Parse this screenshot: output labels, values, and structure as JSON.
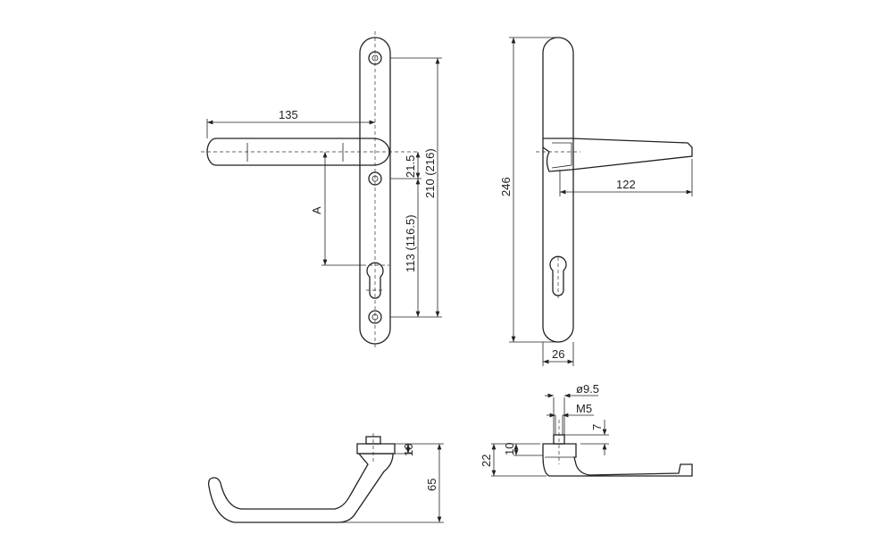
{
  "front_view": {
    "dim_lever_length": "135",
    "dim_spindle_to_screw": "21.5",
    "dim_screw_centres": "210 (216)",
    "dim_screw_to_cylinder": "113 (116.5)",
    "dim_backset": "A"
  },
  "side_view": {
    "dim_plate_length": "246",
    "dim_projection": "122",
    "dim_plate_width": "26"
  },
  "lever_profile": {
    "dim_rose_height": "10",
    "dim_total_height": "65"
  },
  "plate_profile": {
    "dim_plate_thickness": "22",
    "dim_rose_height": "10",
    "dim_screw_diameter": "ø9.5",
    "dim_thread": "M5",
    "dim_screw_length": "7"
  }
}
